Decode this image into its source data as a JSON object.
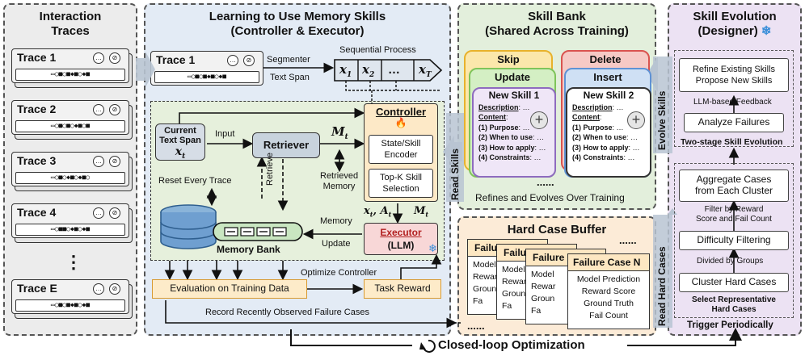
{
  "panels": {
    "traces": {
      "title": "Interaction Traces",
      "items": [
        "Trace 1",
        "Trace 2",
        "Trace 3",
        "Trace 4",
        "Trace E"
      ],
      "ellipsis": "⋮"
    },
    "learning": {
      "title_line1": "Learning to Use Memory Skills",
      "title_line2": "(Controller & Executor)",
      "trace_card": "Trace 1",
      "segmenter": "Segmenter",
      "text_span": "Text Span",
      "sequential": "Sequential Process",
      "seq_tokens": [
        "x1",
        "x2",
        "…",
        "xT"
      ],
      "current_span_line1": "Current",
      "current_span_line2": "Text Span",
      "current_span_var": "xt",
      "input": "Input",
      "retriever": "Retriever",
      "mt": "Mt",
      "retrieved_memory_line1": "Retrieved",
      "retrieved_memory_line2": "Memory",
      "retrieve": "Retrieve",
      "reset": "Reset Every Trace",
      "controller": "Controller",
      "encoder_line1": "State/Skill",
      "encoder_line2": "Encoder",
      "topk_line1": "Top-K Skill",
      "topk_line2": "Selection",
      "xt_at": "xt, At",
      "mt2": "Mt",
      "executor_line1": "Executor",
      "executor_line2": "(LLM)",
      "memory": "Memory",
      "update": "Update",
      "memory_bank": "Memory Bank",
      "optimize": "Optimize Controller",
      "evaluation": "Evaluation on Training Data",
      "task_reward": "Task Reward",
      "record": "Record Recently Observed Failure Cases"
    },
    "skill_bank": {
      "title_line1": "Skill Bank",
      "title_line2": "(Shared Across Training)",
      "ops": [
        "Skip",
        "Update",
        "Delete",
        "Insert"
      ],
      "new_skill_1": "New Skill 1",
      "new_skill_2": "New Skill 2",
      "fields": [
        "Description",
        "Content",
        "(1) Purpose",
        "(2) When to use",
        "(3) How to apply",
        "(4) Constraints"
      ],
      "dots": "…",
      "more": "......",
      "footer": "Refines and Evolves Over Training",
      "read_skills": "Read Skills",
      "evolve_skills": "Evolve Skills"
    },
    "hard_case": {
      "title": "Hard Case Buffer",
      "card_prefix": "Failure",
      "back_lines": [
        "Model",
        "Rewar",
        "Groun",
        "Fa"
      ],
      "front_title": "Failure Case N",
      "front_lines": [
        "Model Prediction",
        "Reward Score",
        "Ground Truth",
        "Fail Count"
      ],
      "more": "......",
      "read_hard_cases": "Read Hard Cases"
    },
    "evolution": {
      "title_line1": "Skill Evolution",
      "title_line2": "(Designer)",
      "refine_line1": "Refine Existing Skills",
      "refine_line2": "Propose New Skills",
      "llm_feedback": "LLM-based Feedback",
      "analyze": "Analyze Failures",
      "two_stage": "Two-stage Skill Evolution",
      "aggregate_line1": "Aggregate Cases",
      "aggregate_line2": "from Each Cluster",
      "filter_line1": "Filter by Reward",
      "filter_line2": "Score and Fail Count",
      "difficulty": "Difficulty Filtering",
      "divided": "Divided by Groups",
      "cluster": "Cluster Hard Cases",
      "select_line1": "Select Representative",
      "select_line2": "Hard Cases",
      "trigger": "Trigger Periodically"
    },
    "footer": {
      "closed_loop": "Closed-loop Optimization"
    }
  },
  "colors": {
    "traces_bg": "#ececec",
    "learning_bg": "#e3ebf5",
    "inner_bg": "#e6f0dc",
    "skill_bg": "#e3efdc",
    "hard_bg": "#fcebd7",
    "evo_bg": "#ece2f3",
    "skip": "#f3c64a",
    "update": "#8fcf6a",
    "delete": "#e0645c",
    "insert": "#6f9fd8",
    "newskill_border": "#8e6bbf",
    "controller_bg": "#fde9c7",
    "executor_bg": "#f8d7d7",
    "retriever_bg": "#c8d3dd",
    "eval_bg": "#fdebc9",
    "accent_red": "#c0392b"
  },
  "icons": [
    "chat-icon",
    "compass-icon",
    "fire-icon",
    "snowflake-icon",
    "plus-icon",
    "database-icon",
    "cycle-icon"
  ]
}
